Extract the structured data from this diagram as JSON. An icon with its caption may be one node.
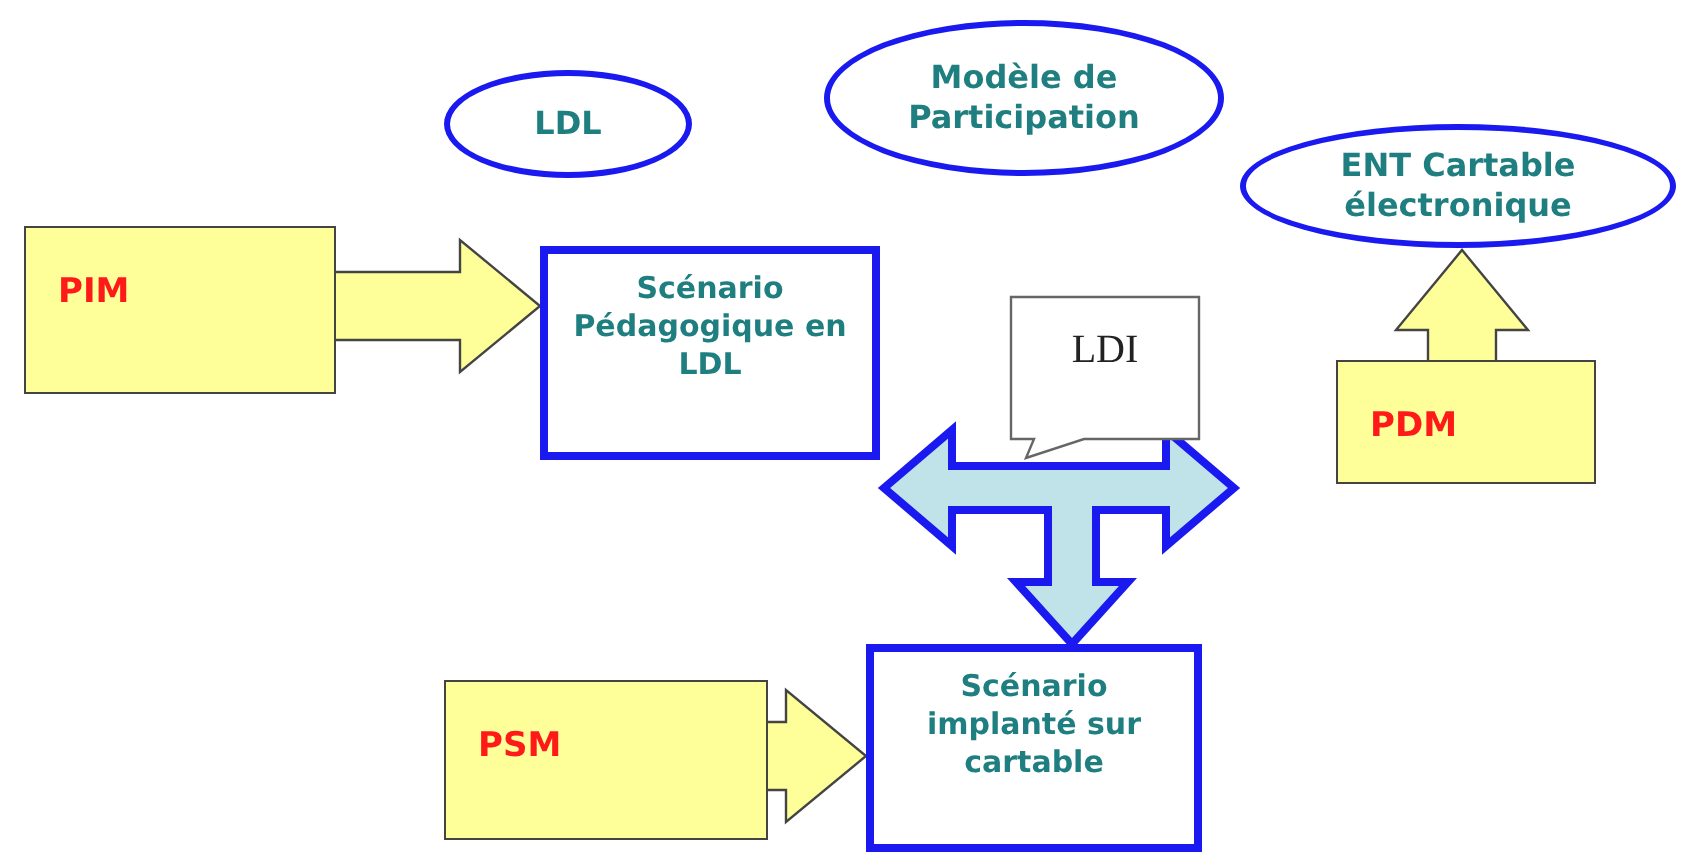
{
  "diagram": {
    "nodes": [
      {
        "text": [
          "LDL"
        ]
      },
      {
        "text": [
          "Modèle de Participation"
        ]
      },
      {
        "text": [
          "ENT Cartable électronique"
        ]
      },
      {
        "text": [
          "PIM"
        ]
      },
      {
        "text": [
          "Scénario Pédagogique en LDL"
        ]
      },
      {
        "text": [
          "LDI"
        ]
      },
      {
        "text": [
          "PDM"
        ]
      },
      {
        "text": [
          "PSM"
        ]
      },
      {
        "text": [
          "Scénario implanté sur cartable"
        ]
      }
    ],
    "edges": [
      {
        "from": 3,
        "to": 4,
        "arrow": "to"
      },
      {
        "from": 6,
        "to": 2,
        "arrow": "to"
      },
      {
        "from": 7,
        "to": 8,
        "arrow": "to"
      },
      {
        "from": 4,
        "to": 8,
        "arrow": "both"
      },
      {
        "from": 4,
        "to": null,
        "arrow": "both"
      }
    ]
  }
}
